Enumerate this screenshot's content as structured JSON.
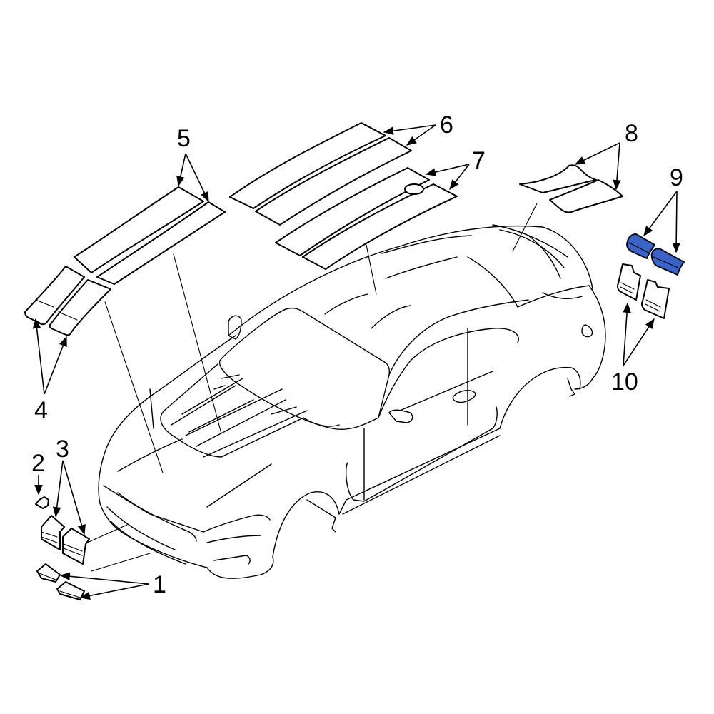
{
  "diagram": {
    "type": "exploded-parts-diagram",
    "subject": "vehicle body with stripe decals and emblems",
    "highlight_color": "#3a63c8",
    "line_color": "#000000",
    "background_color": "#ffffff",
    "highlighted_part": "9",
    "callouts": [
      {
        "id": "1",
        "label": "1",
        "parts": "front bumper/valance decals (pair)"
      },
      {
        "id": "2",
        "label": "2",
        "parts": "small emblem"
      },
      {
        "id": "3",
        "label": "3",
        "parts": "front stripe pieces (pair)"
      },
      {
        "id": "4",
        "label": "4",
        "parts": "front hood-edge stripes (pair)"
      },
      {
        "id": "5",
        "label": "5",
        "parts": "hood stripes (pair)"
      },
      {
        "id": "6",
        "label": "6",
        "parts": "roof stripes (pair)"
      },
      {
        "id": "7",
        "label": "7",
        "parts": "decklid / rear stripes with fuel cutout (pair)"
      },
      {
        "id": "8",
        "label": "8",
        "parts": "spoiler stripes (pair)"
      },
      {
        "id": "9",
        "label": "9",
        "parts": "rear bumper upper stripes (pair, highlighted)"
      },
      {
        "id": "10",
        "label": "10",
        "parts": "rear bumper lower stripes (pair)"
      }
    ]
  }
}
